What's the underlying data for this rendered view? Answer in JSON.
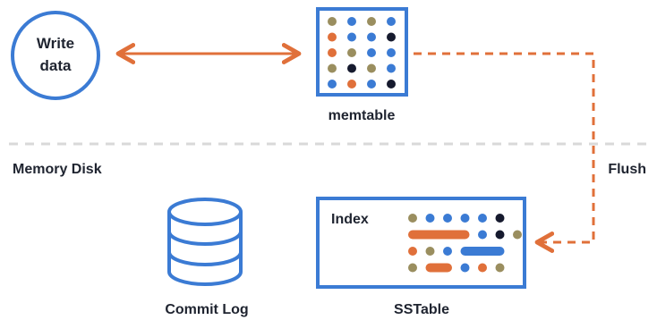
{
  "colors": {
    "blue": "#3b7bd4",
    "orange": "#e0703a",
    "olive": "#9a8e5f",
    "navy": "#161a2e",
    "text": "#1f2430",
    "divider": "#d9d9d9"
  },
  "write_node": {
    "line1": "Write",
    "line2": "data"
  },
  "memtable": {
    "label": "memtable",
    "grid": [
      [
        "olive",
        "blue",
        "olive",
        "blue"
      ],
      [
        "orange",
        "blue",
        "blue",
        "navy"
      ],
      [
        "orange",
        "olive",
        "blue",
        "blue"
      ],
      [
        "olive",
        "navy",
        "olive",
        "blue"
      ],
      [
        "blue",
        "orange",
        "blue",
        "navy"
      ]
    ]
  },
  "sections": {
    "memory_disk": "Memory Disk",
    "flush": "Flush"
  },
  "commit_log": {
    "label": "Commit Log"
  },
  "sstable": {
    "label": "SSTable",
    "index_label": "Index",
    "rows": [
      [
        {
          "dot": "olive"
        },
        {
          "dot": "blue"
        },
        {
          "dot": "blue"
        },
        {
          "dot": "blue"
        },
        {
          "dot": "blue"
        },
        {
          "dot": "navy"
        }
      ],
      [
        {
          "bar": "orange",
          "span": 4
        },
        {
          "dot": "blue"
        },
        {
          "dot": "navy"
        },
        {
          "dot": "olive"
        }
      ],
      [
        {
          "dot": "orange"
        },
        {
          "dot": "olive"
        },
        {
          "dot": "blue"
        },
        {
          "bar": "blue",
          "span": 3
        }
      ],
      [
        {
          "dot": "olive"
        },
        {
          "bar": "orange",
          "span": 2
        },
        {
          "dot": "blue"
        },
        {
          "dot": "orange"
        },
        {
          "dot": "olive"
        }
      ]
    ]
  }
}
